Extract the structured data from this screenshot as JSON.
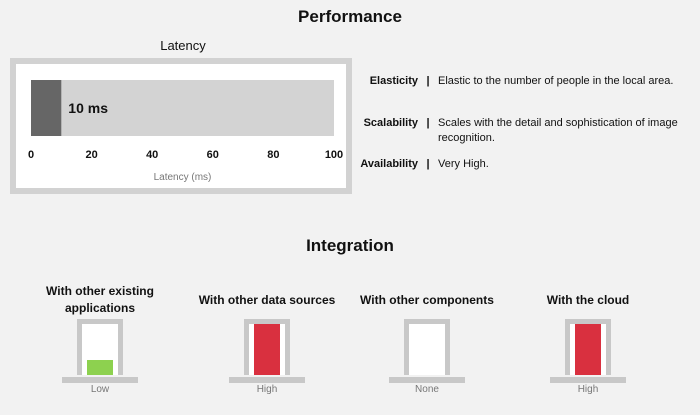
{
  "performance": {
    "title": "Performance",
    "latency": {
      "title": "Latency",
      "metrics": [
        {
          "label": "Elasticity",
          "separator": "|",
          "description": "Elastic to the number of people in the local area."
        },
        {
          "label": "Scalability",
          "separator": "|",
          "description": "Scales with the detail and sophistication of image recognition."
        },
        {
          "label": "Availability",
          "separator": "|",
          "description": "Very High."
        }
      ]
    }
  },
  "integration": {
    "title": "Integration",
    "items": [
      {
        "label": "With other existing applications",
        "level": "Low",
        "fill_fraction": 0.3,
        "color": "#8dd14f"
      },
      {
        "label": "With other data sources",
        "level": "High",
        "fill_fraction": 1.0,
        "color": "#d9303f"
      },
      {
        "label": "With other components",
        "level": "None",
        "fill_fraction": 0.0,
        "color": "#ffffff"
      },
      {
        "label": "With the cloud",
        "level": "High",
        "fill_fraction": 1.0,
        "color": "#d9303f"
      }
    ]
  },
  "chart_data": {
    "type": "bar",
    "orientation": "horizontal",
    "title": "Latency",
    "xlabel": "Latency (ms)",
    "ylabel": "",
    "xlim": [
      0,
      100
    ],
    "xticks": [
      0,
      20,
      40,
      60,
      80,
      100
    ],
    "values": [
      10
    ],
    "value_labels": [
      "10 ms"
    ],
    "bar_color": "#666666",
    "track_color": "#d3d3d3"
  }
}
